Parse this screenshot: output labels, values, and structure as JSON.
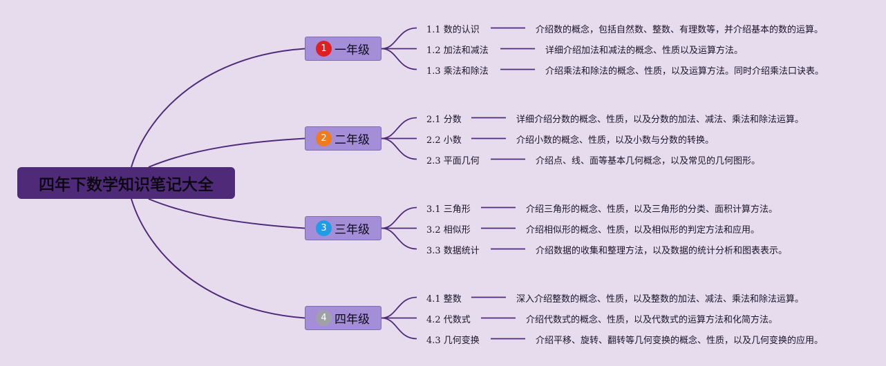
{
  "colors": {
    "background": "#e6dcee",
    "root_fill": "#4e2a79",
    "grade_fill": "#a48ed8",
    "connector": "#4e2a79"
  },
  "root": {
    "title": "四年下数学知识笔记大全"
  },
  "grades": [
    {
      "badge": "1",
      "badge_color": "#e02020",
      "label": "一年级",
      "items": [
        {
          "label": "1.1 数的认识",
          "description": "介绍数的概念，包括自然数、整数、有理数等，并介绍基本的数的运算。"
        },
        {
          "label": "1.2 加法和减法",
          "description": "详细介绍加法和减法的概念、性质以及运算方法。"
        },
        {
          "label": "1.3 乘法和除法",
          "description": "介绍乘法和除法的概念、性质，以及运算方法。同时介绍乘法口诀表。"
        }
      ]
    },
    {
      "badge": "2",
      "badge_color": "#f07a1e",
      "label": "二年级",
      "items": [
        {
          "label": "2.1 分数",
          "description": "详细介绍分数的概念、性质，以及分数的加法、减法、乘法和除法运算。"
        },
        {
          "label": "2.2 小数",
          "description": "介绍小数的概念、性质，以及小数与分数的转换。"
        },
        {
          "label": "2.3 平面几何",
          "description": "介绍点、线、面等基本几何概念，以及常见的几何图形。"
        }
      ]
    },
    {
      "badge": "3",
      "badge_color": "#1e9ce8",
      "label": "三年级",
      "items": [
        {
          "label": "3.1 三角形",
          "description": "介绍三角形的概念、性质，以及三角形的分类、面积计算方法。"
        },
        {
          "label": "3.2 相似形",
          "description": "介绍相似形的概念、性质，以及相似形的判定方法和应用。"
        },
        {
          "label": "3.3 数据统计",
          "description": "介绍数据的收集和整理方法，以及数据的统计分析和图表表示。"
        }
      ]
    },
    {
      "badge": "4",
      "badge_color": "#a0a0a8",
      "label": "四年级",
      "items": [
        {
          "label": "4.1 整数",
          "description": "深入介绍整数的概念、性质，以及整数的加法、减法、乘法和除法运算。"
        },
        {
          "label": "4.2 代数式",
          "description": "介绍代数式的概念、性质，以及代数式的运算方法和化简方法。"
        },
        {
          "label": "4.3 几何变换",
          "description": "介绍平移、旋转、翻转等几何变换的概念、性质，以及几何变换的应用。"
        }
      ]
    }
  ]
}
